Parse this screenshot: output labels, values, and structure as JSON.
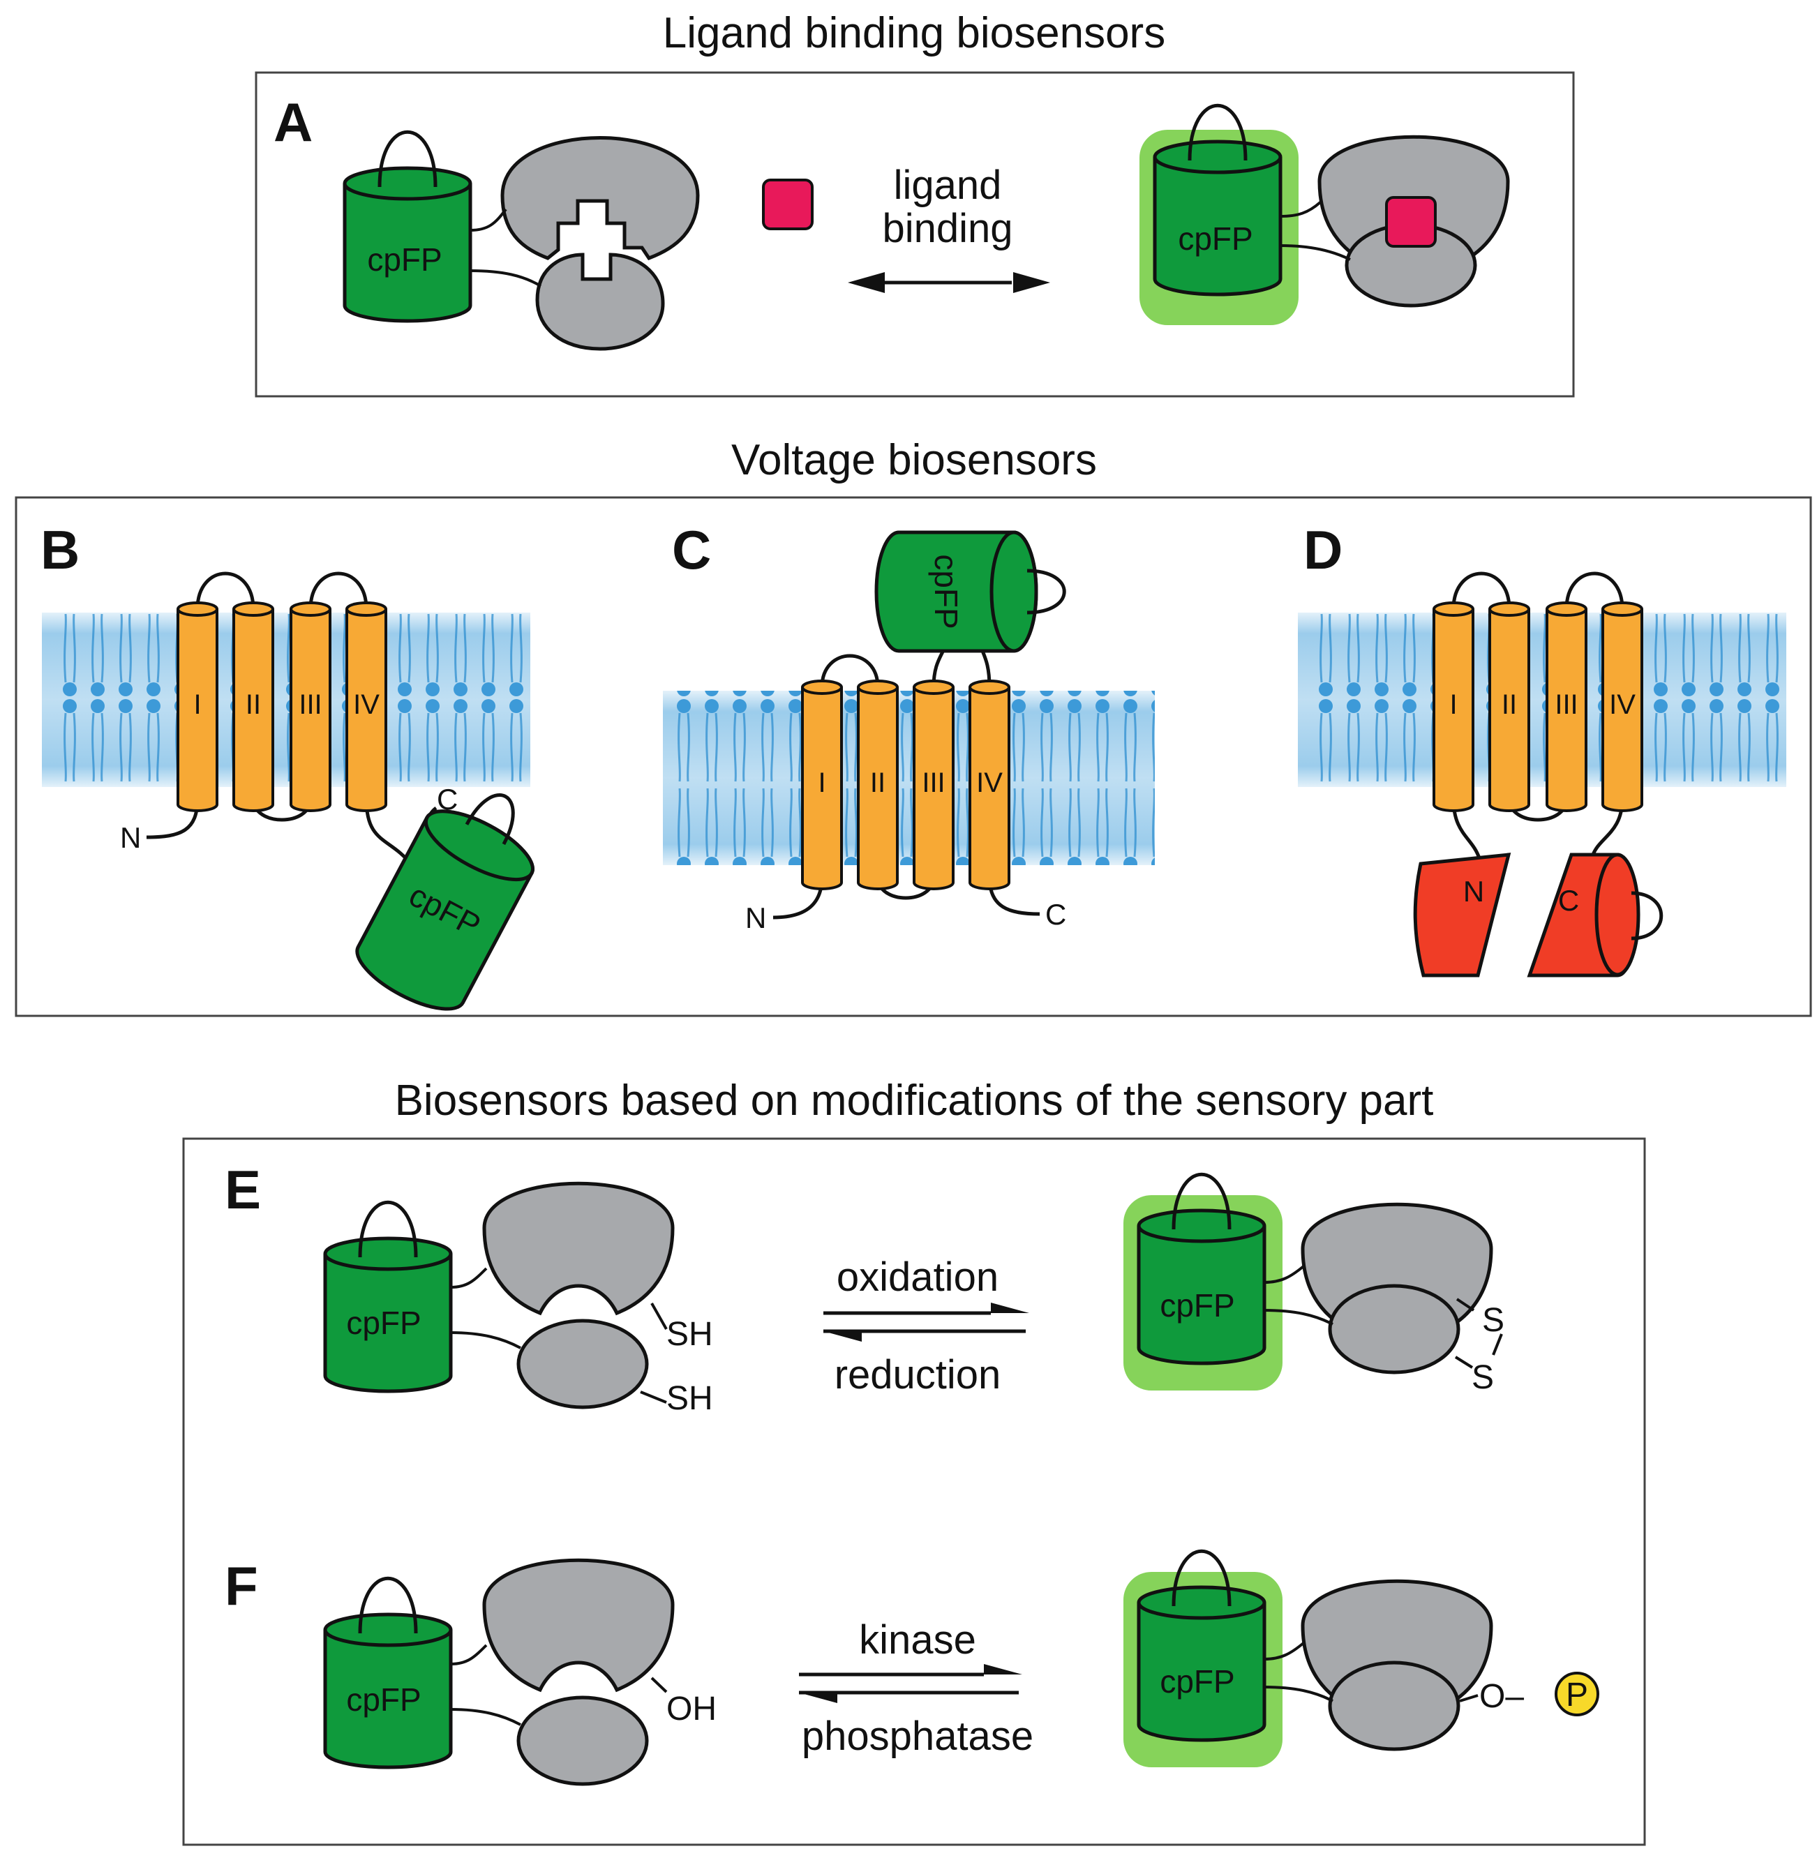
{
  "sections": {
    "ligand": "Ligand binding biosensors",
    "voltage": "Voltage biosensors",
    "modification": "Biosensors based on modifications of the sensory part"
  },
  "panels": {
    "A": "A",
    "B": "B",
    "C": "C",
    "D": "D",
    "E": "E",
    "F": "F"
  },
  "labels": {
    "cpfp": "cpFP",
    "helices": [
      "I",
      "II",
      "III",
      "IV"
    ],
    "n_term": "N",
    "c_term": "C",
    "ligand_line1": "ligand",
    "ligand_line2": "binding",
    "oxidation": "oxidation",
    "reduction": "reduction",
    "kinase": "kinase",
    "phosphatase": "phosphatase",
    "sh": "SH",
    "oh": "OH",
    "s": "S",
    "o_p": "O–",
    "p": "P"
  },
  "colors": {
    "cpfp_green": "#0f9a3c",
    "glow_green": "#86d35a",
    "protein_gray": "#a7a9ac",
    "ligand_pink": "#e8195a",
    "helix_orange": "#f7a935",
    "membrane_blue": "#4aa3dc",
    "split_fp_red": "#f03d26",
    "phosphate_yellow": "#f7d92a"
  }
}
